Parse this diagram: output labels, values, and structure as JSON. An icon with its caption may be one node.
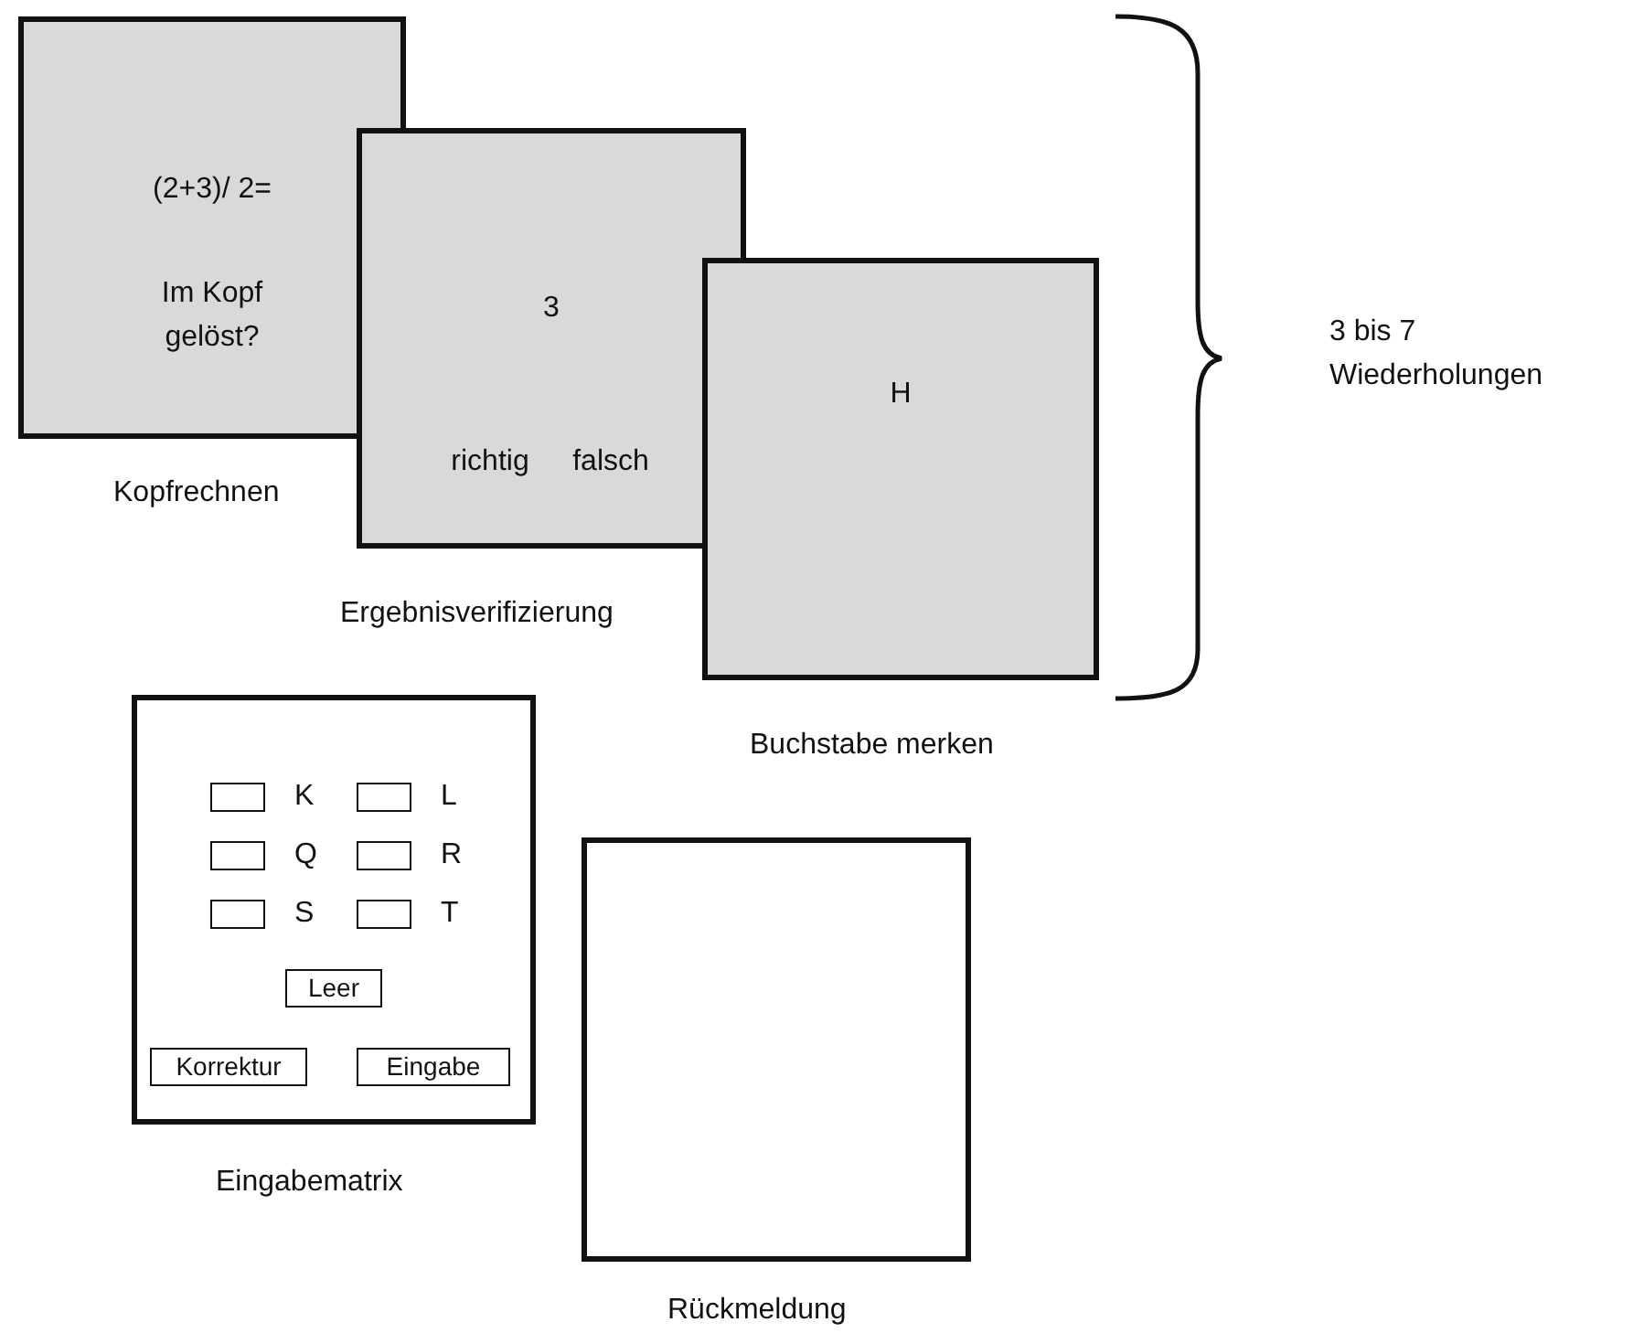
{
  "diagram": {
    "nodes": [
      {
        "text": [
          "(2+3)/ 2=",
          "Im Kopf gelöst?"
        ],
        "beside": [
          "Kopfrechnen"
        ]
      },
      {
        "text": [
          "3",
          "richtig",
          "falsch"
        ],
        "beside": [
          "Ergebnisverifizierung"
        ]
      },
      {
        "text": [
          "H"
        ],
        "beside": [
          "Buchstabe merken"
        ]
      },
      {
        "text": [],
        "shape": "box",
        "beside": [
          "Eingabematrix"
        ]
      },
      {
        "text": [],
        "shape": "box",
        "in": 3,
        "beside": [
          "K"
        ]
      },
      {
        "text": [],
        "shape": "box",
        "in": 3,
        "beside": [
          "L"
        ]
      },
      {
        "text": [],
        "shape": "box",
        "in": 3,
        "beside": [
          "Q"
        ]
      },
      {
        "text": [],
        "shape": "box",
        "in": 3,
        "beside": [
          "R"
        ]
      },
      {
        "text": [],
        "shape": "box",
        "in": 3,
        "beside": [
          "S"
        ]
      },
      {
        "text": [],
        "shape": "box",
        "in": 3,
        "beside": [
          "T"
        ]
      },
      {
        "text": [
          "Leer"
        ],
        "in": 3
      },
      {
        "text": [
          "Korrektur"
        ],
        "in": 3
      },
      {
        "text": [
          "Eingabe"
        ],
        "in": 3
      },
      {
        "text": [],
        "shape": "box",
        "beside": [
          "Rückmeldung"
        ]
      }
    ],
    "labels": [
      "3 bis 7 Wiederholungen"
    ]
  }
}
